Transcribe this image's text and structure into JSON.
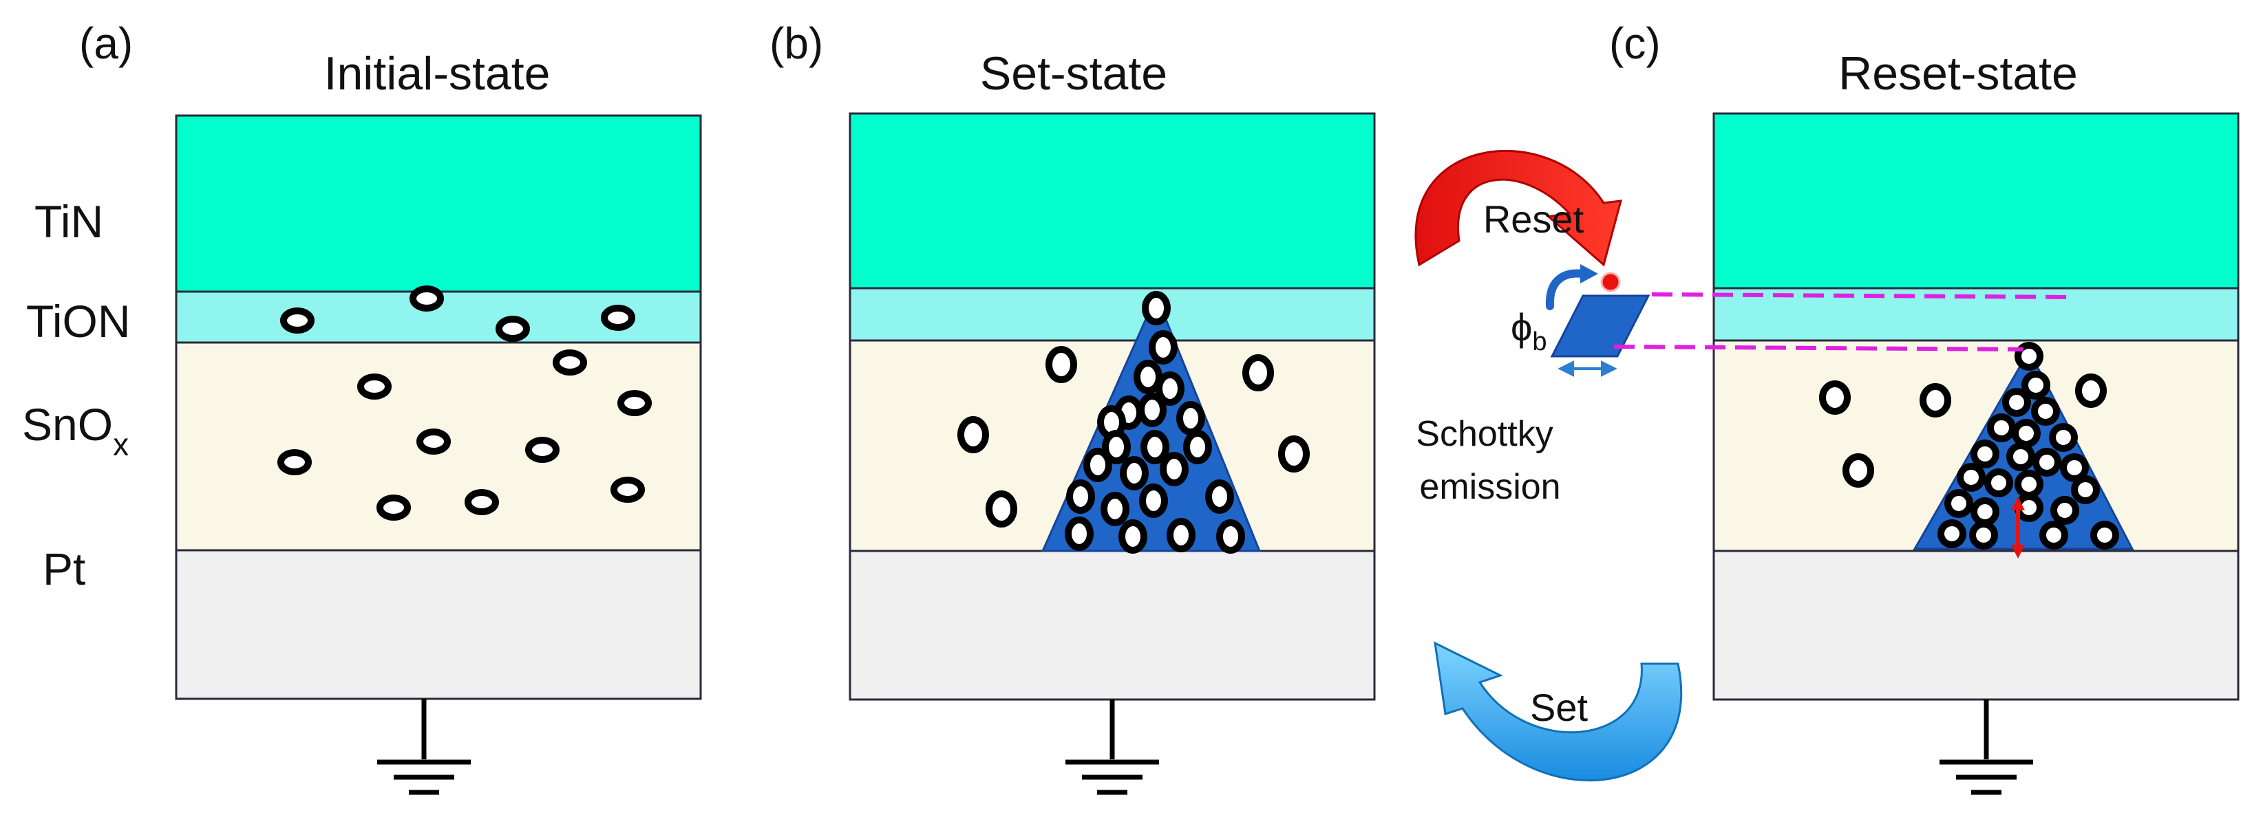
{
  "panels": [
    {
      "tag": "(a)",
      "title": "Initial-state"
    },
    {
      "tag": "(b)",
      "title": "Set-state"
    },
    {
      "tag": "(c)",
      "title": "Reset-state"
    }
  ],
  "layers": {
    "tin": "TiN",
    "tion": "TiON",
    "snox_base": "SnO",
    "snox_sub": "x",
    "pt": "Pt"
  },
  "colors": {
    "tin": "#00ffcc",
    "tion": "#8ff5ee",
    "snox": "#faf7e6",
    "pt": "#f0f0f0",
    "filament": "#1f66c8",
    "reset_arrow": "#e8130f",
    "set_arrow": "#1aa0e8",
    "guide_line": "#e020e0",
    "electron": "#e8130f"
  },
  "switching": {
    "reset_label": "Reset",
    "set_label": "Set",
    "barrier_symbol": "ϕ",
    "barrier_sub": "b",
    "emission_line1": "Schottky",
    "emission_line2": "emission"
  }
}
